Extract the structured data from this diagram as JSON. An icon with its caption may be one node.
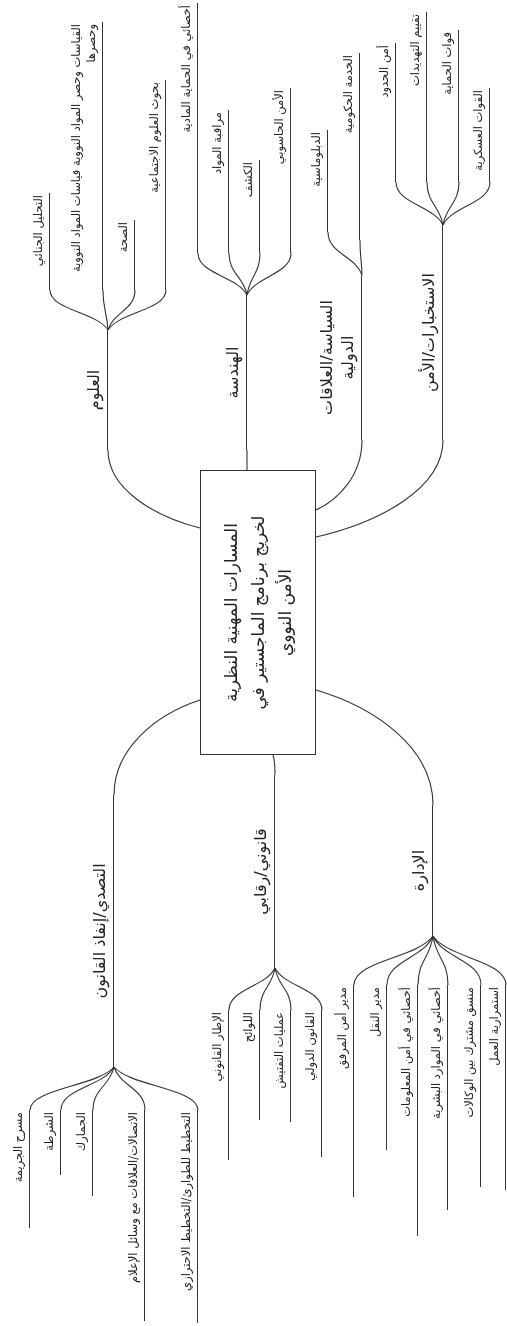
{
  "diagram": {
    "nodes": [
      {
        "text": [
          "المسارات المهنية النظرية لخريج برنامج الماجستير في الأمن النووي"
        ]
      },
      {
        "text": [
          "العلوم"
        ]
      },
      {
        "text": [
          "التحليل الجنائي"
        ]
      },
      {
        "text": [
          "القياسات وحصر المواد النووية قياسات المواد النووية وحصرها"
        ]
      },
      {
        "text": [
          "الصحة"
        ]
      },
      {
        "text": [
          "بحوث العلوم الاجتماعية"
        ]
      },
      {
        "text": [
          "الهندسة"
        ]
      },
      {
        "text": [
          "أخصائي في الحماية المادية"
        ]
      },
      {
        "text": [
          "مراقبة المواد"
        ]
      },
      {
        "text": [
          "الكشف"
        ]
      },
      {
        "text": [
          "الأمن الحاسوبي"
        ]
      },
      {
        "text": [
          "السياسة/العلاقات الدولية"
        ]
      },
      {
        "text": [
          "الدبلوماسية"
        ]
      },
      {
        "text": [
          "الخدمة الحكومية"
        ]
      },
      {
        "text": [
          "الاستخبارات/الأمن"
        ]
      },
      {
        "text": [
          "أمن الحدود"
        ]
      },
      {
        "text": [
          "تقييم التهديدات"
        ]
      },
      {
        "text": [
          "قوات الحماية"
        ]
      },
      {
        "text": [
          "القوات العسكرية"
        ]
      },
      {
        "text": [
          "التصدي/إنفاذ القانون"
        ]
      },
      {
        "text": [
          "مسرح الجريمة"
        ]
      },
      {
        "text": [
          "الشرطة"
        ]
      },
      {
        "text": [
          "الجمارك"
        ]
      },
      {
        "text": [
          "الاتصالات/العلاقات مع وسائل الإعلام"
        ]
      },
      {
        "text": [
          "التخطيط للطوارئ/التخطيط الاحترازي"
        ]
      },
      {
        "text": [
          "قانوني/رقابي"
        ]
      },
      {
        "text": [
          "الإطار القانوني"
        ]
      },
      {
        "text": [
          "اللوائح"
        ]
      },
      {
        "text": [
          "عمليات التفتيش"
        ]
      },
      {
        "text": [
          "القانون الدولي"
        ]
      },
      {
        "text": [
          "الإدارة"
        ]
      },
      {
        "text": [
          "مدير أمن المرفق"
        ]
      },
      {
        "text": [
          "مدير النقل"
        ]
      },
      {
        "text": [
          "أخصائي في أمن المعلومات"
        ]
      },
      {
        "text": [
          "أخصائي في الموارد البشرية"
        ]
      },
      {
        "text": [
          "منسق مشترك بين الوكالات"
        ]
      },
      {
        "text": [
          "استمرارية العمل"
        ]
      }
    ],
    "edges": [
      {
        "from": 0,
        "to": 1,
        "arrow": "none"
      },
      {
        "from": 1,
        "to": 2,
        "arrow": "none"
      },
      {
        "from": 1,
        "to": 3,
        "arrow": "none"
      },
      {
        "from": 1,
        "to": 4,
        "arrow": "none"
      },
      {
        "from": 1,
        "to": 5,
        "arrow": "none"
      },
      {
        "from": 0,
        "to": 6,
        "arrow": "none"
      },
      {
        "from": 6,
        "to": 7,
        "arrow": "none"
      },
      {
        "from": 6,
        "to": 8,
        "arrow": "none"
      },
      {
        "from": 6,
        "to": 9,
        "arrow": "none"
      },
      {
        "from": 6,
        "to": 10,
        "arrow": "none"
      },
      {
        "from": 0,
        "to": 11,
        "arrow": "none"
      },
      {
        "from": 11,
        "to": 12,
        "arrow": "none"
      },
      {
        "from": 11,
        "to": 13,
        "arrow": "none"
      },
      {
        "from": 0,
        "to": 14,
        "arrow": "none"
      },
      {
        "from": 14,
        "to": 15,
        "arrow": "none"
      },
      {
        "from": 14,
        "to": 16,
        "arrow": "none"
      },
      {
        "from": 14,
        "to": 17,
        "arrow": "none"
      },
      {
        "from": 14,
        "to": 18,
        "arrow": "none"
      },
      {
        "from": 0,
        "to": 19,
        "arrow": "none"
      },
      {
        "from": 19,
        "to": 20,
        "arrow": "none"
      },
      {
        "from": 19,
        "to": 21,
        "arrow": "none"
      },
      {
        "from": 19,
        "to": 22,
        "arrow": "none"
      },
      {
        "from": 19,
        "to": 23,
        "arrow": "none"
      },
      {
        "from": 19,
        "to": 24,
        "arrow": "none"
      },
      {
        "from": 0,
        "to": 25,
        "arrow": "none"
      },
      {
        "from": 25,
        "to": 26,
        "arrow": "none"
      },
      {
        "from": 25,
        "to": 27,
        "arrow": "none"
      },
      {
        "from": 25,
        "to": 28,
        "arrow": "none"
      },
      {
        "from": 25,
        "to": 29,
        "arrow": "none"
      },
      {
        "from": 0,
        "to": 30,
        "arrow": "none"
      },
      {
        "from": 30,
        "to": 31,
        "arrow": "none"
      },
      {
        "from": 30,
        "to": 32,
        "arrow": "none"
      },
      {
        "from": 30,
        "to": 33,
        "arrow": "none"
      },
      {
        "from": 30,
        "to": 34,
        "arrow": "none"
      },
      {
        "from": 30,
        "to": 35,
        "arrow": "none"
      },
      {
        "from": 30,
        "to": 36,
        "arrow": "none"
      }
    ]
  }
}
